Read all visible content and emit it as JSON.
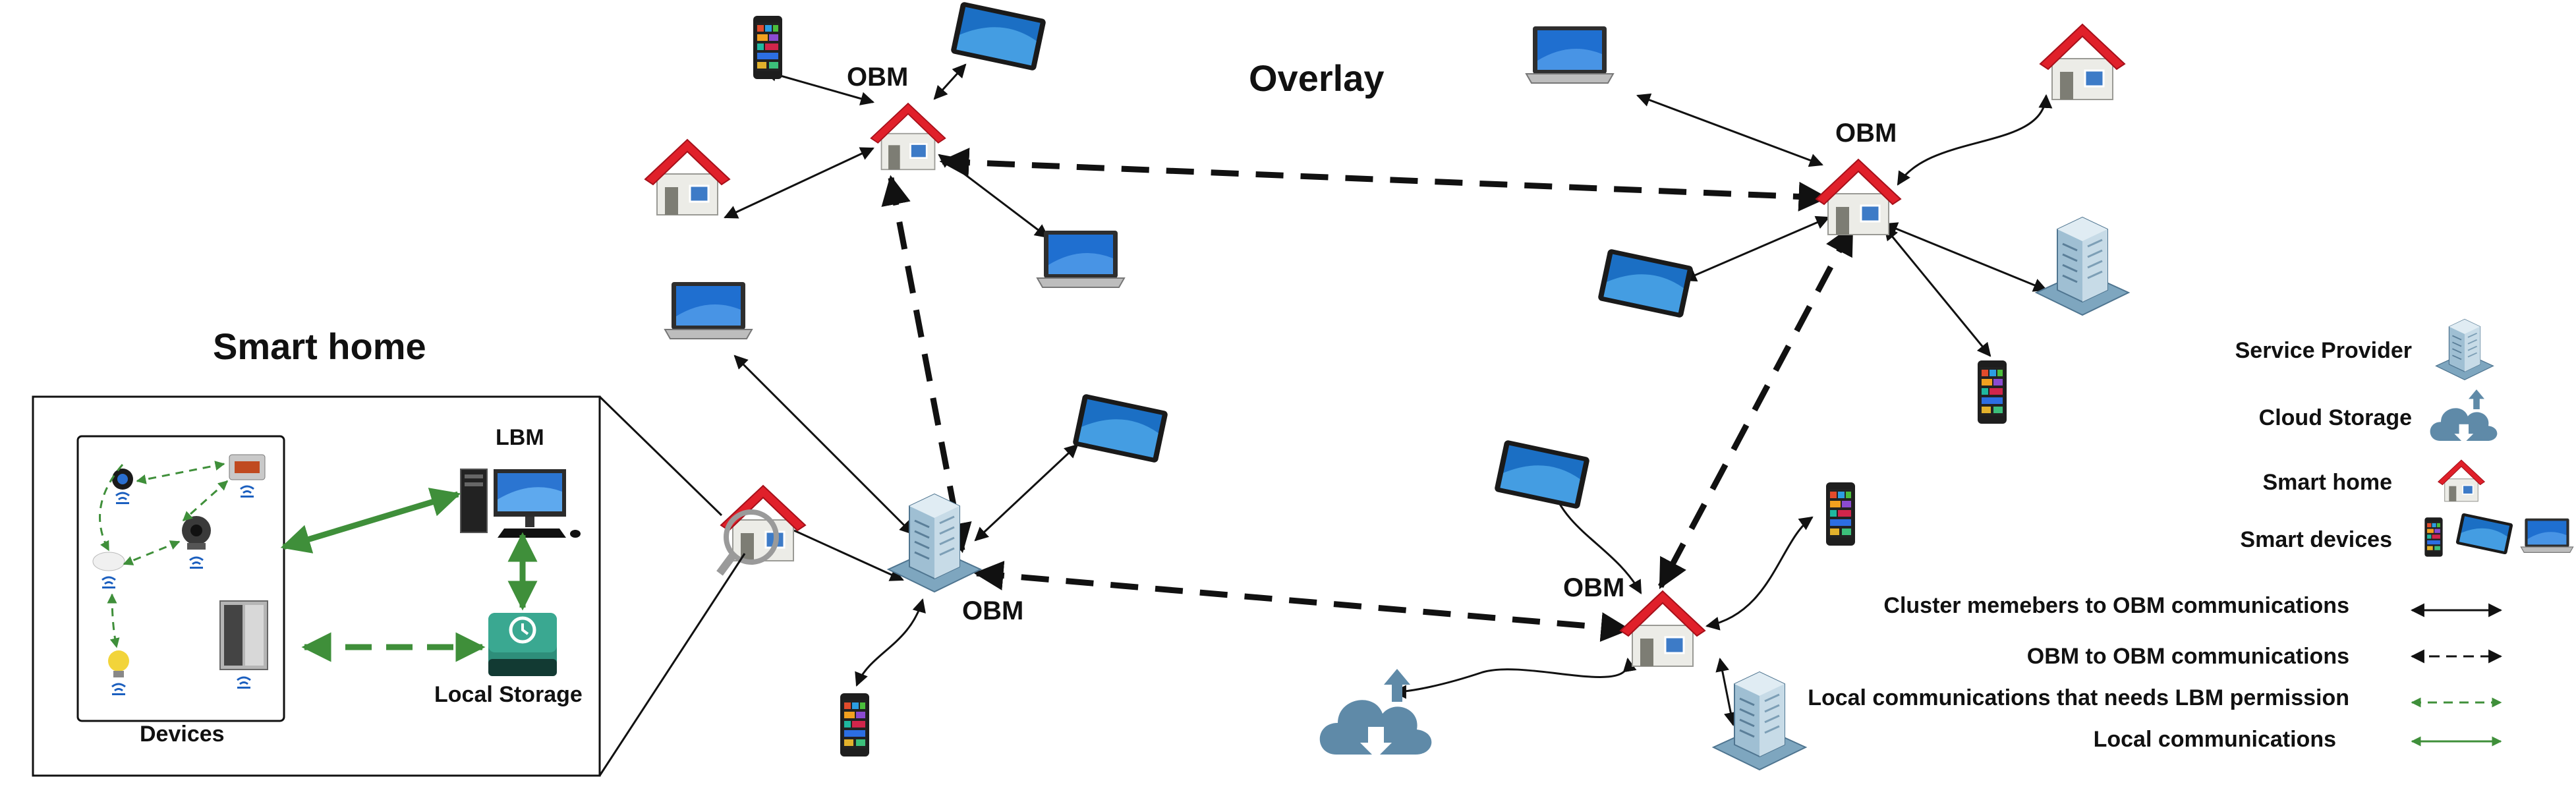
{
  "titles": {
    "overlay": "Overlay",
    "smart_home": "Smart home"
  },
  "labels": {
    "obm_top_left": "OBM",
    "obm_top_right": "OBM",
    "obm_bottom_left": "OBM",
    "obm_bottom_right": "OBM",
    "lbm": "LBM",
    "local_storage": "Local Storage",
    "devices": "Devices"
  },
  "legend": {
    "items": [
      {
        "label": "Service Provider",
        "icon": "server-building-icon"
      },
      {
        "label": "Cloud Storage",
        "icon": "cloud-icon"
      },
      {
        "label": "Smart home",
        "icon": "house-icon"
      },
      {
        "label": "Smart devices",
        "icon": "devices-icon"
      },
      {
        "label": "Cluster memebers to OBM communications",
        "line": "solid-black"
      },
      {
        "label": "OBM to OBM communications",
        "line": "dashed-black"
      },
      {
        "label": "Local communications that needs LBM permission",
        "line": "dashed-green"
      },
      {
        "label": "Local communications",
        "line": "solid-green"
      }
    ]
  },
  "colors": {
    "house_roof": "#e0202a",
    "house_wall": "#e9e9e4",
    "screen_blue": "#1f6fd0",
    "device_dark": "#2b2b2b",
    "server_blue": "#8fb2c8",
    "cloud_blue": "#5f8aa8",
    "green_link": "#3f8f3a",
    "black_link": "#111111"
  }
}
